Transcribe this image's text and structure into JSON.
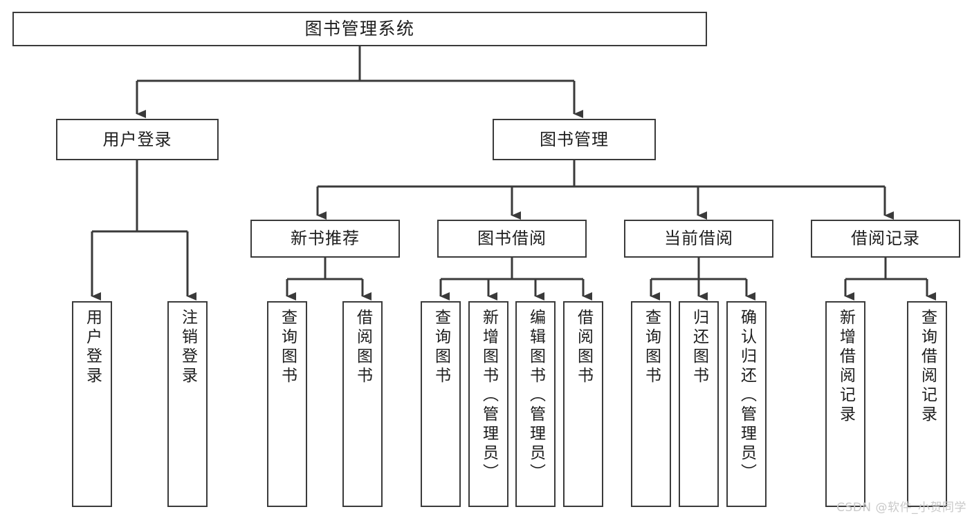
{
  "diagram": {
    "title": "图书管理系统",
    "type": "tree-hierarchy",
    "orientation": "top-down",
    "colors": {
      "box_border": "#3a3a3a",
      "box_fill": "#ffffff",
      "connector": "#3a3a3a",
      "text": "#1d1d1d",
      "watermark": "#c9c9c9"
    }
  },
  "root": {
    "label": "图书管理系统"
  },
  "level2": [
    {
      "label": "用户登录"
    },
    {
      "label": "图书管理"
    }
  ],
  "level3": [
    {
      "label": "新书推荐"
    },
    {
      "label": "图书借阅"
    },
    {
      "label": "当前借阅"
    },
    {
      "label": "借阅记录"
    }
  ],
  "leaves": {
    "user_login": [
      {
        "label": "用户登录"
      },
      {
        "label": "注销登录"
      }
    ],
    "new_book": [
      {
        "label": "查询图书"
      },
      {
        "label": "借阅图书"
      }
    ],
    "book_borrow": [
      {
        "label": "查询图书"
      },
      {
        "label": "新增图书（管理员）"
      },
      {
        "label": "编辑图书（管理员）"
      },
      {
        "label": "借阅图书"
      }
    ],
    "current_borrow": [
      {
        "label": "查询图书"
      },
      {
        "label": "归还图书"
      },
      {
        "label": "确认归还（管理员）"
      }
    ],
    "borrow_record": [
      {
        "label": "新增借阅记录"
      },
      {
        "label": "查询借阅记录"
      }
    ]
  },
  "watermark": {
    "text": "CSDN @软件_小贺同学"
  }
}
